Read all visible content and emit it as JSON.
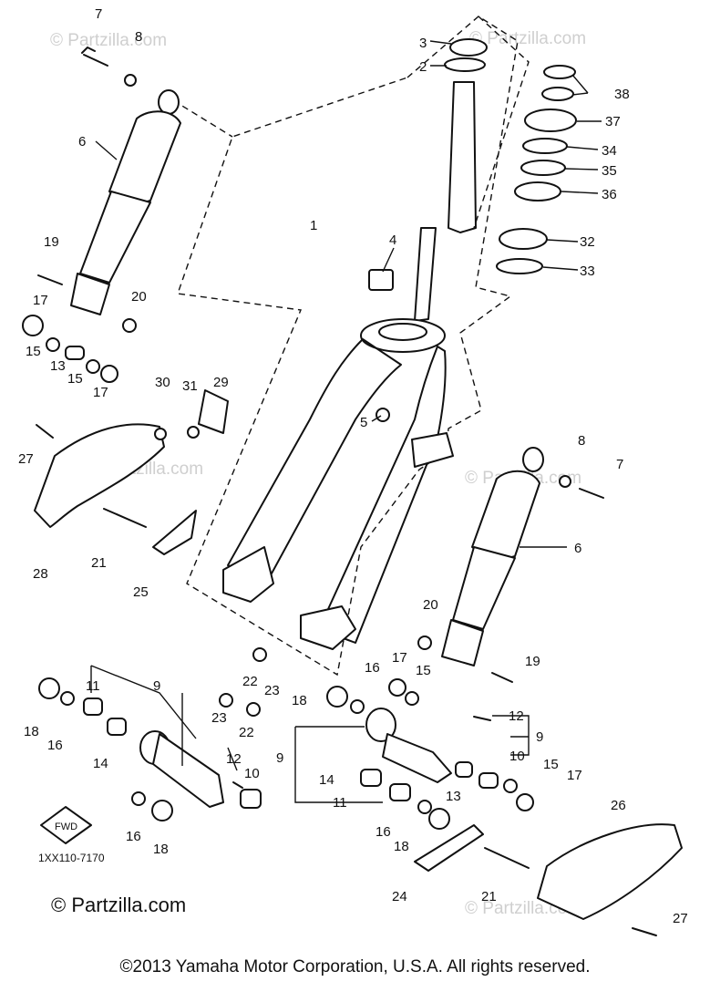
{
  "watermarks": {
    "top_left": "© Partzilla.com",
    "top_right": "© Partzilla.com",
    "mid_left": "© Partzilla.com",
    "mid_right": "© Partzilla.com",
    "bottom_right": "© Partzilla.com",
    "bottom_left": "© Partzilla.com"
  },
  "diagram_code": "1XX110-7170",
  "fwd_label": "FWD",
  "copyright": "©2013 Yamaha Motor Corporation, U.S.A. All rights reserved.",
  "callouts": {
    "n1": "1",
    "n2": "2",
    "n3": "3",
    "n4": "4",
    "n5": "5",
    "n6a": "6",
    "n6b": "6",
    "n7a": "7",
    "n7b": "7",
    "n8a": "8",
    "n8b": "8",
    "n9a": "9",
    "n9b": "9",
    "n9c": "9",
    "n10a": "10",
    "n10b": "10",
    "n11a": "11",
    "n11b": "11",
    "n12a": "12",
    "n12b": "12",
    "n13a": "13",
    "n13b": "13",
    "n14a": "14",
    "n14b": "14",
    "n15a": "15",
    "n15b": "15",
    "n15c": "15",
    "n15d": "15",
    "n16a": "16",
    "n16b": "16",
    "n16c": "16",
    "n16d": "16",
    "n17a": "17",
    "n17b": "17",
    "n17c": "17",
    "n17d": "17",
    "n18a": "18",
    "n18b": "18",
    "n18c": "18",
    "n18d": "18",
    "n19a": "19",
    "n19b": "19",
    "n20a": "20",
    "n20b": "20",
    "n21a": "21",
    "n21b": "21",
    "n22a": "22",
    "n22b": "22",
    "n23a": "23",
    "n23b": "23",
    "n24": "24",
    "n25": "25",
    "n26": "26",
    "n27a": "27",
    "n27b": "27",
    "n28": "28",
    "n29": "29",
    "n30": "30",
    "n31": "31",
    "n32": "32",
    "n33": "33",
    "n34": "34",
    "n35": "35",
    "n36": "36",
    "n37": "37",
    "n38": "38"
  }
}
